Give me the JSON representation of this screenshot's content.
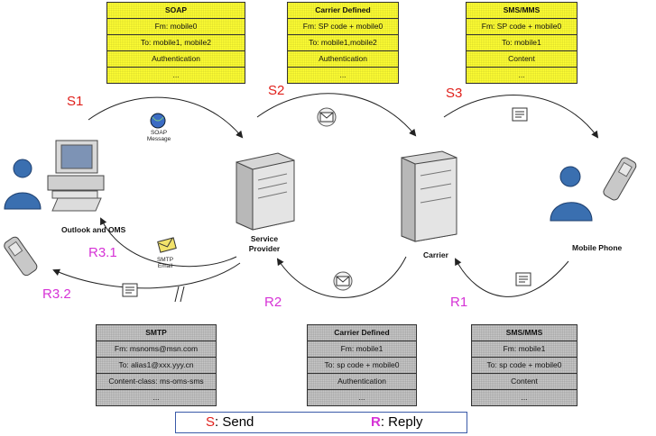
{
  "tables": {
    "soap": [
      "SOAP",
      "Fm: mobile0",
      "To: mobile1, mobile2",
      "Authentication",
      "..."
    ],
    "carrier_send": [
      "Carrier Defined",
      "Fm: SP code + mobile0",
      "To: mobile1,mobile2",
      "Authentication",
      "..."
    ],
    "sms_send": [
      "SMS/MMS",
      "Fm: SP code + mobile0",
      "To: mobile1",
      "Content",
      "..."
    ],
    "smtp": [
      "SMTP",
      "Fm: msnoms@msn.com",
      "To: alias1@xxx.yyy.cn",
      "Content-class: ms-oms-sms",
      "..."
    ],
    "carrier_reply": [
      "Carrier Defined",
      "Fm: mobile1",
      "To: sp code + mobile0",
      "Authentication",
      "..."
    ],
    "sms_reply": [
      "SMS/MMS",
      "Fm: mobile1",
      "To: sp code + mobile0",
      "Content",
      "..."
    ]
  },
  "steps": {
    "s1": "S1",
    "s2": "S2",
    "s3": "S3",
    "r1": "R1",
    "r2": "R2",
    "r31": "R3.1",
    "r32": "R3.2"
  },
  "nodes": {
    "outlook": "Outlook and OMS",
    "service_provider": [
      "Service",
      "Provider"
    ],
    "carrier": "Carrier",
    "mobile_phone": "Mobile Phone"
  },
  "message_captions": {
    "soap": [
      "SOAP",
      "Message"
    ],
    "smtp": [
      "SMTP",
      "Email"
    ]
  },
  "legend": {
    "send_key": "S",
    "send_text": ": Send",
    "reply_key": "R",
    "reply_text": ": Reply"
  },
  "colors": {
    "send": "#e0201b",
    "reply": "#d633d6",
    "table_send": "#ffff33",
    "table_reply": "#c8c8c8",
    "legend_border": "#3a5aa8"
  },
  "icons": {
    "user": "user-icon",
    "computer": "computer-icon",
    "server": "server-icon",
    "mobile": "mobile-phone-icon",
    "envelope": "envelope-icon",
    "sms": "sms-message-icon",
    "soap": "soap-globe-icon"
  }
}
